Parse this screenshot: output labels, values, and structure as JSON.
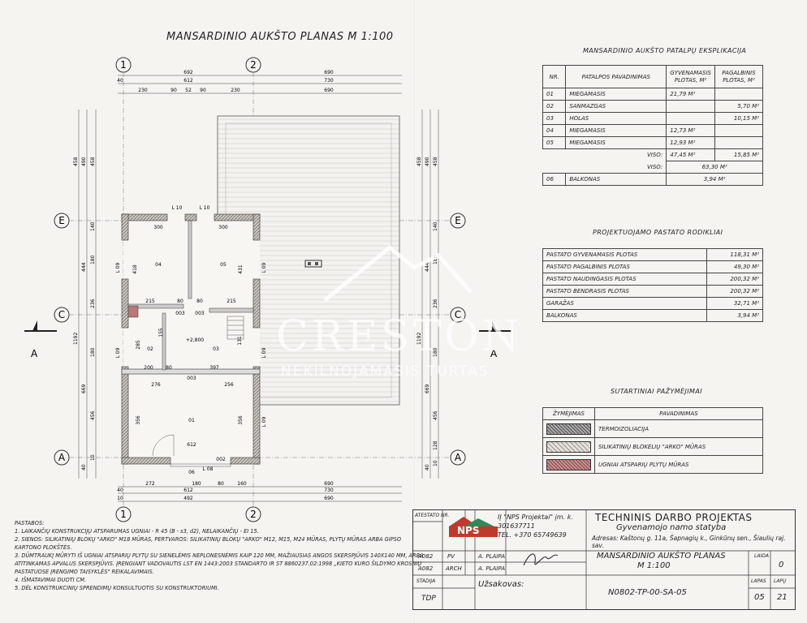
{
  "plan_title": "MANSARDINIO AUKŠTO PLANAS M 1:100",
  "axes": {
    "one": "1",
    "two": "2",
    "E": "E",
    "C": "C",
    "A": "A",
    "section": "A"
  },
  "dims_top": {
    "r1a": "692",
    "r1b": "690",
    "r2a": "40",
    "r2b": "612",
    "r2c": "730",
    "r3": [
      "230",
      "90",
      "52",
      "90",
      "230",
      "690"
    ]
  },
  "dims_bottom": {
    "r1a": "272",
    "r1b": "180",
    "r1c": "80",
    "r1d": "160",
    "r1e": "690",
    "r2a": "40",
    "r2b": "612",
    "r2c": "730",
    "r3a": "492",
    "r3b": "10",
    "r3c": "690"
  },
  "dims_left": [
    "458",
    "490",
    "458",
    "140",
    "180",
    "444",
    "236",
    "1192",
    "180",
    "669",
    "456",
    "10",
    "40"
  ],
  "dims_right": [
    "458",
    "490",
    "458",
    "140",
    "180",
    "444",
    "236",
    "1192",
    "180",
    "669",
    "456",
    "128",
    "10",
    "40"
  ],
  "plan_labels": {
    "l10a": "L 10",
    "l10b": "L 10",
    "r300a": "300",
    "r300b": "300",
    "l09": "L 09",
    "r418": "418",
    "r431": "431",
    "r04": "04",
    "r05": "05",
    "r215a": "215",
    "r80a": "80",
    "r80b": "80",
    "r215b": "215",
    "r003a": "003",
    "r003b": "003",
    "r2800": "+2,800",
    "r02": "02",
    "r03": "03",
    "r285": "285",
    "r155": "155",
    "r131": "131",
    "r200": "200",
    "r80c": "80",
    "r397": "397",
    "r003c": "003",
    "r276": "276",
    "r256": "256",
    "r01": "01",
    "r356a": "356",
    "r356b": "356",
    "r612": "612",
    "r002": "002",
    "r06": "06",
    "l08": "L 08"
  },
  "explication": {
    "title": "MANSARDINIO AUKŠTO PATALPŲ EKSPLIKACIJA",
    "headers": [
      "NR.",
      "PATALPOS PAVADINIMAS",
      "GYVENAMASIS PLOTAS, M²",
      "PAGALBINIS PLOTAS, M²"
    ],
    "rows": [
      {
        "nr": "01",
        "name": "MIEGAMASIS",
        "g": "21,79 M²",
        "p": ""
      },
      {
        "nr": "02",
        "name": "SANMAZGAS",
        "g": "",
        "p": "5,70 M²"
      },
      {
        "nr": "03",
        "name": "HOLAS",
        "g": "",
        "p": "10,15 M²"
      },
      {
        "nr": "04",
        "name": "MIEGAMASIS",
        "g": "12,73 M²",
        "p": ""
      },
      {
        "nr": "05",
        "name": "MIEGAMASIS",
        "g": "12,93 M²",
        "p": ""
      }
    ],
    "viso1": {
      "label": "VISO:",
      "g": "47,45 M²",
      "p": "15,85 M²"
    },
    "viso2": {
      "label": "VISO:",
      "v": "63,30 M²"
    },
    "balkonas": {
      "nr": "06",
      "name": "BALKONAS",
      "v": "3,94 M²"
    }
  },
  "indicators": {
    "title": "PROJEKTUOJAMO PASTATO RODIKLIAI",
    "rows": [
      {
        "name": "PASTATO GYVENAMASIS PLOTAS",
        "v": "118,31 M²"
      },
      {
        "name": "PASTATO PAGALBINIS PLOTAS",
        "v": "49,30 M²"
      },
      {
        "name": "PASTATO NAUDINGASIS PLOTAS",
        "v": "200,32 M²"
      },
      {
        "name": "PASTATO BENDRASIS PLOTAS",
        "v": "200,32 M²"
      },
      {
        "name": "GARAŽAS",
        "v": "32,71 M²"
      },
      {
        "name": "BALKONAS",
        "v": "3,94 M²"
      }
    ]
  },
  "legend": {
    "title": "SUTARTINIAI PAŽYMĖJIMAI",
    "headers": [
      "ŽYMĖJIMAS",
      "PAVADINIMAS"
    ],
    "rows": [
      {
        "name": "TERMOIZOLIACIJA",
        "color": "#8a8a8a"
      },
      {
        "name": "SILIKATINIŲ BLOKELIŲ \"ARKO\" MŪRAS",
        "color": "#d9d2c8"
      },
      {
        "name": "UGNIAI ATSPARIŲ PLYTŲ MŪRAS",
        "color": "#b87878"
      }
    ]
  },
  "notes": [
    "PASTABOS:",
    "1. LAIKANČIŲ KONSTRUKCIJŲ ATSPARUMAS UGNIAI - R 45 (B - s3, d2), NELAIKANČIŲ - EI 15.",
    "2. SIENOS: SILIKATINIŲ BLOKŲ \"ARKO\" M18 MŪRAS, PERTVAROS: SILIKATINIŲ BLOKŲ \"ARKO\" M12, M15, M24 MŪRAS, PLYTŲ MŪRAS ARBA GIPSO",
    "KARTONO PLOKŠTĖS.",
    "3. DŪMTRAUKĮ MŪRYTI IŠ UGNIAI ATSPARIŲ PLYTŲ SU SIENELĖMIS NEPLONESNĖMIS KAIP 120 MM, MAŽIAUSIAS ANGOS SKERSPJŪVIS 140X140 MM, ARBA",
    "ATITINKAMAS APVALUS SKERSPJŪVIS. ĮRENGIANT VADOVAUTIS LST EN 1443:2003 STANDARTO IR ST 8860237.02:1998 „KIETO KURO ŠILDYMO KROSNIŲ",
    "PASTATUOSE ĮRENGIMO TAISYKLĖS\" REIKALAVIMAIS.",
    "4. IŠMATAVIMAI DUOTI CM.",
    "5. DĖL KONSTRUKCINIŲ SPRENDIMŲ KONSULTUOTIS SU KONSTRUKTORIUMI."
  ],
  "title_block": {
    "atestato": "ATESTATO NR.",
    "nps": "NPS",
    "company": "IĮ \"NPS Projektai\" įm. k.",
    "code": "301637711",
    "tel": "TEL. +370 65749639",
    "a082a": "A082",
    "pv": "PV",
    "plaipa1": "A. PLAIPA",
    "a082b": "A082",
    "arch": "ARCH",
    "plaipa2": "A. PLAIPA",
    "stadija": "STADIJA",
    "tdp": "TDP",
    "uzsakovas": "Užsakovas:",
    "project_type": "TECHNINIS DARBO PROJEKTAS",
    "project_name": "Gyvenamojo namo statyba",
    "address": "Adresas: Kaštonų g. 11a, Šapnagių k., Ginkūnų sen., Šiaulių raj. sav.",
    "laida_label": "LAIDA",
    "laida": "0",
    "sheet_title": "MANSARDINIO AUKŠTO PLANAS",
    "scale": "M 1:100",
    "doc_no": "N0802-TP-00-SA-05",
    "lapas_label": "LAPAS",
    "lapas": "05",
    "lapu_label": "LAPŲ",
    "lapu": "21"
  },
  "watermark": {
    "brand": "CRESTON",
    "tag": "NEKILNOJAMASIS TURTAS"
  }
}
